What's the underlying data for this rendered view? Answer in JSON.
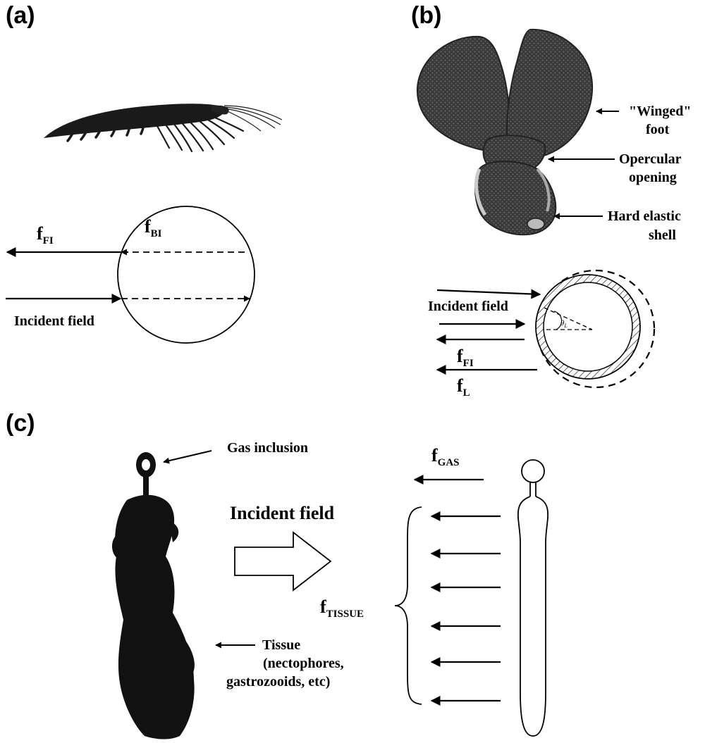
{
  "panels": {
    "a": {
      "label": "(a)",
      "f_fi": {
        "main": "f",
        "sub": "FI"
      },
      "f_bi": {
        "main": "f",
        "sub": "BI"
      },
      "incident": "Incident field"
    },
    "b": {
      "label": "(b)",
      "winged_1": "\"Winged\"",
      "winged_2": "foot",
      "oper_1": "Opercular",
      "oper_2": "opening",
      "shell_1": "Hard elastic",
      "shell_2": "shell",
      "incident": "Incident field",
      "theta": {
        "main": "θ",
        "sub": "L"
      },
      "f_fi": {
        "main": "f",
        "sub": "FI"
      },
      "f_l": {
        "main": "f",
        "sub": "L"
      }
    },
    "c": {
      "label": "(c)",
      "gas": "Gas inclusion",
      "incident": "Incident field",
      "tissue_1": "Tissue",
      "tissue_2": "(nectophores,",
      "tissue_3": "gastrozooids, etc)",
      "f_gas": {
        "main": "f",
        "sub": "GAS"
      },
      "f_tissue": {
        "main": "f",
        "sub": "TISSUE"
      }
    }
  }
}
